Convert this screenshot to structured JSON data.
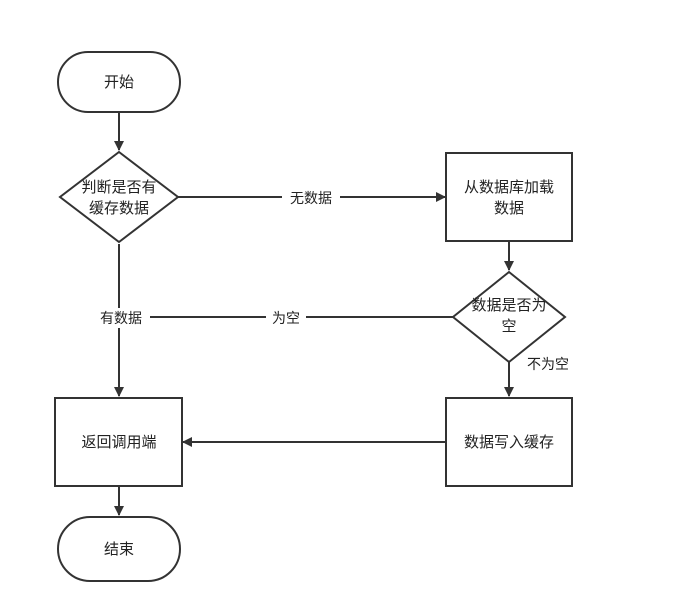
{
  "diagram": {
    "nodes": {
      "start": {
        "label": "开始"
      },
      "check_cache": {
        "line1": "判断是否有",
        "line2": "缓存数据"
      },
      "load_db": {
        "line1": "从数据库加载",
        "line2": "数据"
      },
      "check_empty": {
        "line1": "数据是否为",
        "line2": "空"
      },
      "return_caller": {
        "label": "返回调用端"
      },
      "write_cache": {
        "label": "数据写入缓存"
      },
      "end": {
        "label": "结束"
      }
    },
    "edges": {
      "no_data": "无数据",
      "has_data": "有数据",
      "is_empty": "为空",
      "not_empty": "不为空"
    }
  }
}
